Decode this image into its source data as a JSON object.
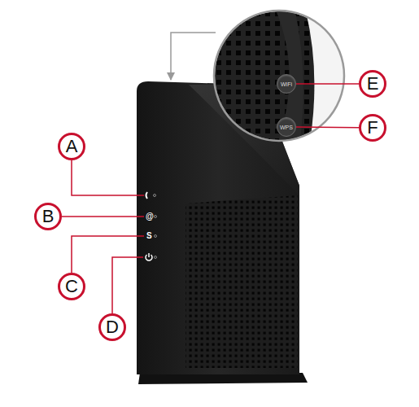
{
  "diagram": {
    "nodes": [
      {
        "text": [
          "WiFi"
        ]
      },
      {
        "text": [
          "E"
        ]
      },
      {
        "text": [
          "WPS"
        ]
      },
      {
        "text": [
          "F"
        ]
      },
      {
        "text": [
          "A"
        ]
      },
      {
        "text": [
          "B"
        ]
      },
      {
        "text": [
          "C"
        ]
      },
      {
        "text": [
          "D"
        ]
      }
    ],
    "edges": [
      {
        "from": 1,
        "to": 0,
        "arrow": "none"
      },
      {
        "from": 3,
        "to": 2,
        "arrow": "none"
      }
    ],
    "labels": [
      "@",
      "S"
    ]
  }
}
